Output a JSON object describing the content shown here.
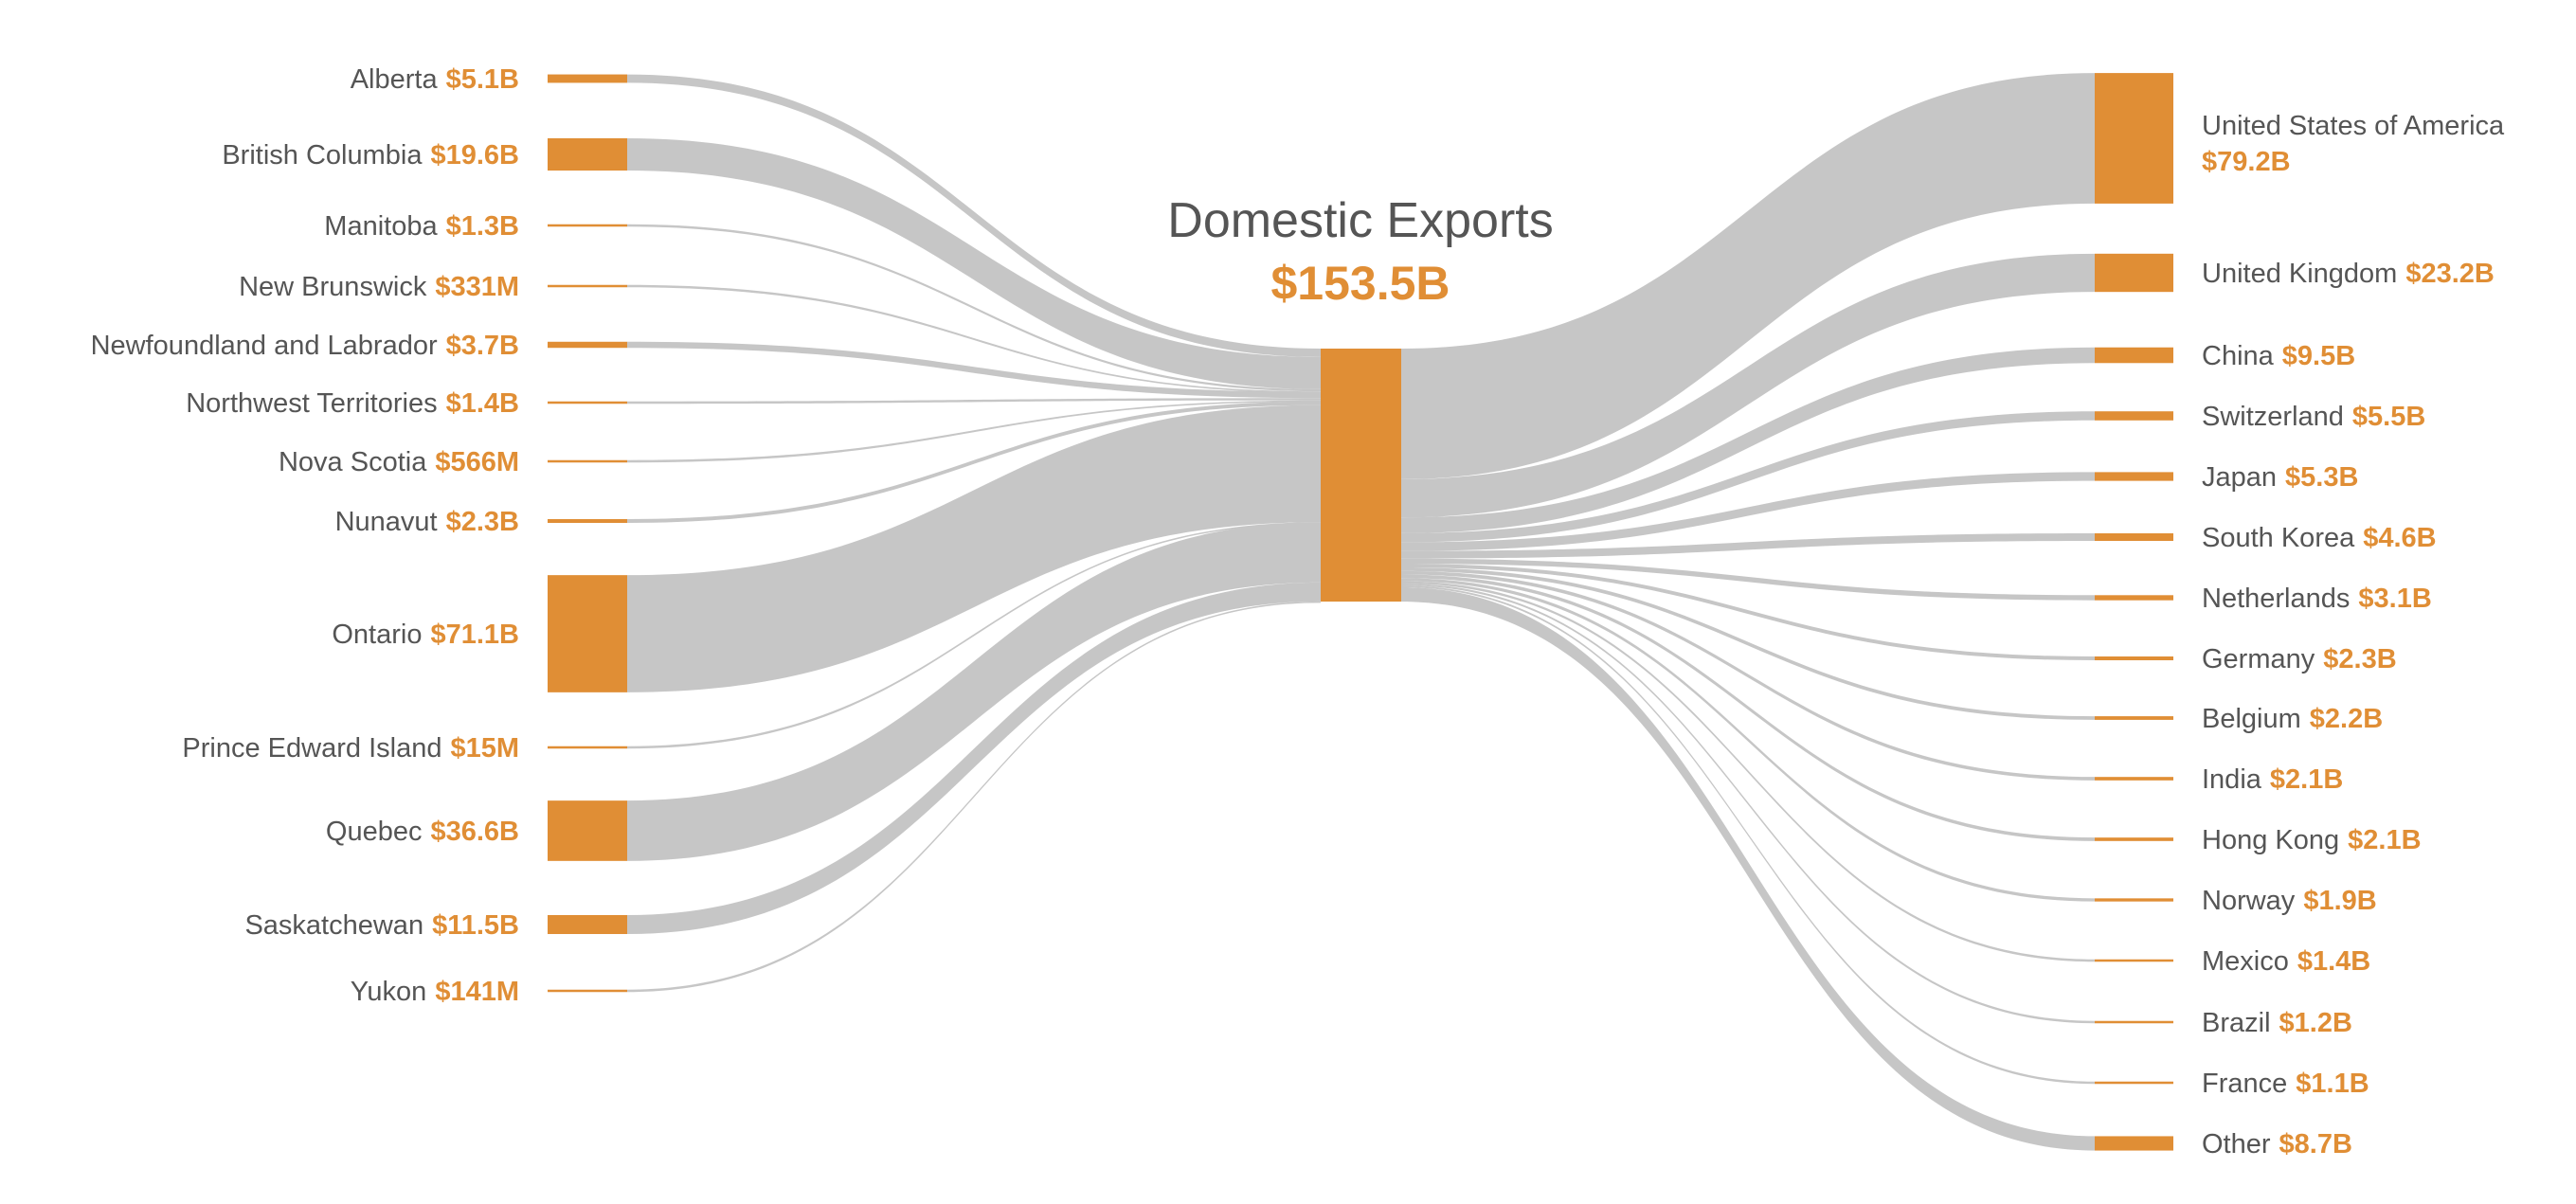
{
  "chart_data": {
    "type": "sankey",
    "title": "Domestic Exports",
    "total_label": "$153.5B",
    "total_value": 153.5,
    "unit": "billion CAD",
    "colors": {
      "node": "#E08E35",
      "link": "#C6C6C6",
      "label": "#555555",
      "value": "#E08E35"
    },
    "sources": [
      {
        "name": "Alberta",
        "label": "$5.1B",
        "value": 5.1
      },
      {
        "name": "British Columbia",
        "label": "$19.6B",
        "value": 19.6
      },
      {
        "name": "Manitoba",
        "label": "$1.3B",
        "value": 1.3
      },
      {
        "name": "New Brunswick",
        "label": "$331M",
        "value": 0.331
      },
      {
        "name": "Newfoundland and Labrador",
        "label": "$3.7B",
        "value": 3.7
      },
      {
        "name": "Northwest Territories",
        "label": "$1.4B",
        "value": 1.4
      },
      {
        "name": "Nova Scotia",
        "label": "$566M",
        "value": 0.566
      },
      {
        "name": "Nunavut",
        "label": "$2.3B",
        "value": 2.3
      },
      {
        "name": "Ontario",
        "label": "$71.1B",
        "value": 71.1
      },
      {
        "name": "Prince Edward Island",
        "label": "$15M",
        "value": 0.015
      },
      {
        "name": "Quebec",
        "label": "$36.6B",
        "value": 36.6
      },
      {
        "name": "Saskatchewan",
        "label": "$11.5B",
        "value": 11.5
      },
      {
        "name": "Yukon",
        "label": "$141M",
        "value": 0.141
      }
    ],
    "targets": [
      {
        "name": "United States of America",
        "label": "$79.2B",
        "value": 79.2
      },
      {
        "name": "United Kingdom",
        "label": "$23.2B",
        "value": 23.2
      },
      {
        "name": "China",
        "label": "$9.5B",
        "value": 9.5
      },
      {
        "name": "Switzerland",
        "label": "$5.5B",
        "value": 5.5
      },
      {
        "name": "Japan",
        "label": "$5.3B",
        "value": 5.3
      },
      {
        "name": "South Korea",
        "label": "$4.6B",
        "value": 4.6
      },
      {
        "name": "Netherlands",
        "label": "$3.1B",
        "value": 3.1
      },
      {
        "name": "Germany",
        "label": "$2.3B",
        "value": 2.3
      },
      {
        "name": "Belgium",
        "label": "$2.2B",
        "value": 2.2
      },
      {
        "name": "India",
        "label": "$2.1B",
        "value": 2.1
      },
      {
        "name": "Hong Kong",
        "label": "$2.1B",
        "value": 2.1
      },
      {
        "name": "Norway",
        "label": "$1.9B",
        "value": 1.9
      },
      {
        "name": "Mexico",
        "label": "$1.4B",
        "value": 1.4
      },
      {
        "name": "Brazil",
        "label": "$1.2B",
        "value": 1.2
      },
      {
        "name": "France",
        "label": "$1.1B",
        "value": 1.1
      },
      {
        "name": "Other",
        "label": "$8.7B",
        "value": 8.7
      }
    ]
  }
}
